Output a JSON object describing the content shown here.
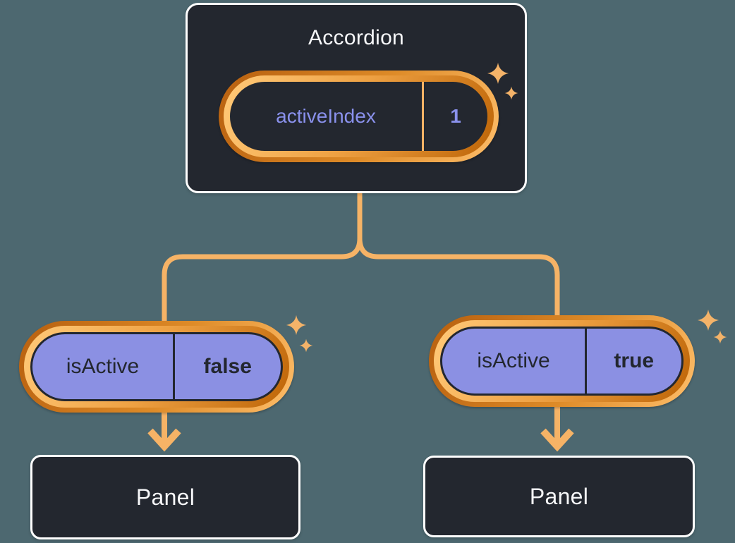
{
  "theme": {
    "background": "#4D6870",
    "box_bg": "#23272F",
    "box_border": "#FFFFFF",
    "title_text": "#F6F7F9",
    "purple": "#8B90E3",
    "purple_text": "#8A91EC",
    "dark_text": "#23272F",
    "ring_dark_orange": "#BC6512",
    "ring_light_orange": "#FBB964",
    "line_orange": "#F6B366",
    "sparkle_orange": "#F4B369"
  },
  "icons": {
    "sparkle": "four-point-star",
    "arrow": "down-chevron-arrow"
  },
  "accordion": {
    "title": "Accordion",
    "state": {
      "name": "activeIndex",
      "value": "1"
    }
  },
  "children": [
    {
      "prop": {
        "name": "isActive",
        "value": "false"
      },
      "panel_label": "Panel"
    },
    {
      "prop": {
        "name": "isActive",
        "value": "true"
      },
      "panel_label": "Panel"
    }
  ]
}
